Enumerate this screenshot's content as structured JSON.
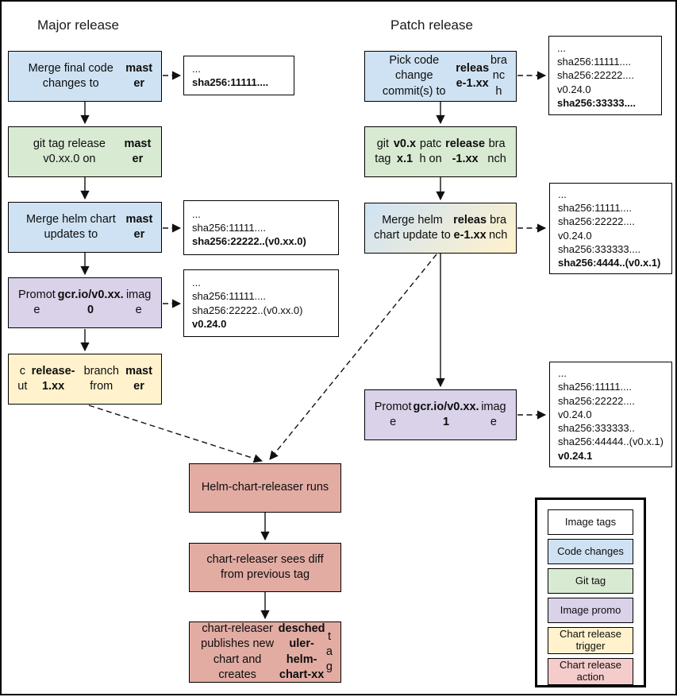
{
  "titles": {
    "major": "Major release",
    "patch": "Patch release"
  },
  "colors": {
    "code_changes": "#cfe2f3",
    "git_tag": "#d9ead3",
    "image_promo": "#d9d2e9",
    "chart_release_trigger": "#fff2cc",
    "chart_release_action": "#e2aca3",
    "chart_release_action_legend": "#f4cccc",
    "image_tags": "#ffffff"
  },
  "major_steps": [
    {
      "name": "merge-final-code-changes",
      "kind": "code-changes",
      "segments": [
        {
          "t": "Merge final code changes to "
        },
        {
          "t": "master",
          "b": true
        }
      ]
    },
    {
      "name": "git-tag-release",
      "kind": "git-tag",
      "segments": [
        {
          "t": "git tag release v0.xx.0 on "
        },
        {
          "t": "master",
          "b": true
        }
      ]
    },
    {
      "name": "merge-helm-chart-updates",
      "kind": "code-changes",
      "segments": [
        {
          "t": "Merge helm chart updates to "
        },
        {
          "t": "master",
          "b": true
        }
      ]
    },
    {
      "name": "promote-image-v0xx0",
      "kind": "image-promo",
      "segments": [
        {
          "t": "Promote "
        },
        {
          "t": "gcr.io/v0.xx.0",
          "b": true
        },
        {
          "t": " image"
        }
      ]
    },
    {
      "name": "cut-release-branch",
      "kind": "chart-release-trigger",
      "segments": [
        {
          "t": "cut "
        },
        {
          "t": "release-1.xx",
          "b": true
        },
        {
          "t": " branch from "
        },
        {
          "t": "master",
          "b": true
        }
      ]
    }
  ],
  "major_tags": [
    {
      "name": "image-tags-after-code-merge",
      "lines": [
        {
          "t": "..."
        },
        {
          "t": "sha256:11111....",
          "b": true
        }
      ]
    },
    {
      "name": "image-tags-after-helm-merge",
      "lines": [
        {
          "t": "..."
        },
        {
          "t": "sha256:11111...."
        },
        {
          "t": "sha256:22222..(v0.xx.0)",
          "b": true
        }
      ]
    },
    {
      "name": "image-tags-after-promotion",
      "lines": [
        {
          "t": "..."
        },
        {
          "t": "sha256:11111...."
        },
        {
          "t": "sha256:22222..(v0.xx.0)"
        },
        {
          "t": "v0.24.0",
          "b": true
        }
      ]
    }
  ],
  "patch_steps": [
    {
      "name": "pick-code-change-commits",
      "kind": "code-changes",
      "segments": [
        {
          "t": "Pick code change commit(s) to "
        },
        {
          "t": "release-1.xx",
          "b": true
        },
        {
          "t": " branch"
        }
      ]
    },
    {
      "name": "git-tag-patch",
      "kind": "git-tag",
      "segments": [
        {
          "t": "git tag "
        },
        {
          "t": "v0.xx.1",
          "b": true
        },
        {
          "t": " patch on "
        },
        {
          "t": "release-1.xx",
          "b": true
        },
        {
          "t": " branch"
        }
      ]
    },
    {
      "name": "merge-helm-chart-update-release-branch",
      "kind": "gradient",
      "segments": [
        {
          "t": "Merge helm chart update to "
        },
        {
          "t": "release-1.xx",
          "b": true
        },
        {
          "t": " branch"
        }
      ]
    },
    {
      "name": "promote-image-v0xx1",
      "kind": "image-promo",
      "segments": [
        {
          "t": "Promote "
        },
        {
          "t": "gcr.io/v0.xx.1",
          "b": true
        },
        {
          "t": " image"
        }
      ]
    }
  ],
  "patch_tags": [
    {
      "name": "image-tags-after-pick",
      "lines": [
        {
          "t": "..."
        },
        {
          "t": "sha256:11111...."
        },
        {
          "t": "sha256:22222...."
        },
        {
          "t": "v0.24.0"
        },
        {
          "t": "sha256:33333....",
          "b": true
        }
      ]
    },
    {
      "name": "image-tags-after-helm-update",
      "lines": [
        {
          "t": "..."
        },
        {
          "t": "sha256:11111...."
        },
        {
          "t": "sha256:22222...."
        },
        {
          "t": "v0.24.0"
        },
        {
          "t": "sha256:333333...."
        },
        {
          "t": "sha256:4444..(v0.x.1)",
          "b": true
        }
      ]
    },
    {
      "name": "image-tags-after-patch-promotion",
      "lines": [
        {
          "t": "..."
        },
        {
          "t": "sha256:11111...."
        },
        {
          "t": "sha256:22222...."
        },
        {
          "t": "v0.24.0"
        },
        {
          "t": "sha256:333333.."
        },
        {
          "t": "sha256:44444..(v0.x.1)"
        },
        {
          "t": "v0.24.1",
          "b": true
        }
      ]
    }
  ],
  "action_steps": [
    {
      "name": "helm-chart-releaser-runs",
      "segments": [
        {
          "t": "Helm-chart-releaser runs"
        }
      ]
    },
    {
      "name": "chart-releaser-sees-diff",
      "segments": [
        {
          "t": "chart-releaser sees diff from previous tag"
        }
      ]
    },
    {
      "name": "chart-releaser-publishes",
      "segments": [
        {
          "t": "chart-releaser publishes new chart and creates "
        },
        {
          "t": "descheduler-helm-chart-xx",
          "b": true
        },
        {
          "t": " tag"
        }
      ]
    }
  ],
  "legend": {
    "items": [
      {
        "label": "Image tags",
        "kind": "image-tags"
      },
      {
        "label": "Code changes",
        "kind": "code-changes"
      },
      {
        "label": "Git tag",
        "kind": "git-tag"
      },
      {
        "label": "Image promo",
        "kind": "image-promo"
      },
      {
        "label": "Chart release trigger",
        "kind": "chart-release-trigger"
      },
      {
        "label": "Chart release action",
        "kind": "chart-release-action-legend"
      }
    ]
  }
}
